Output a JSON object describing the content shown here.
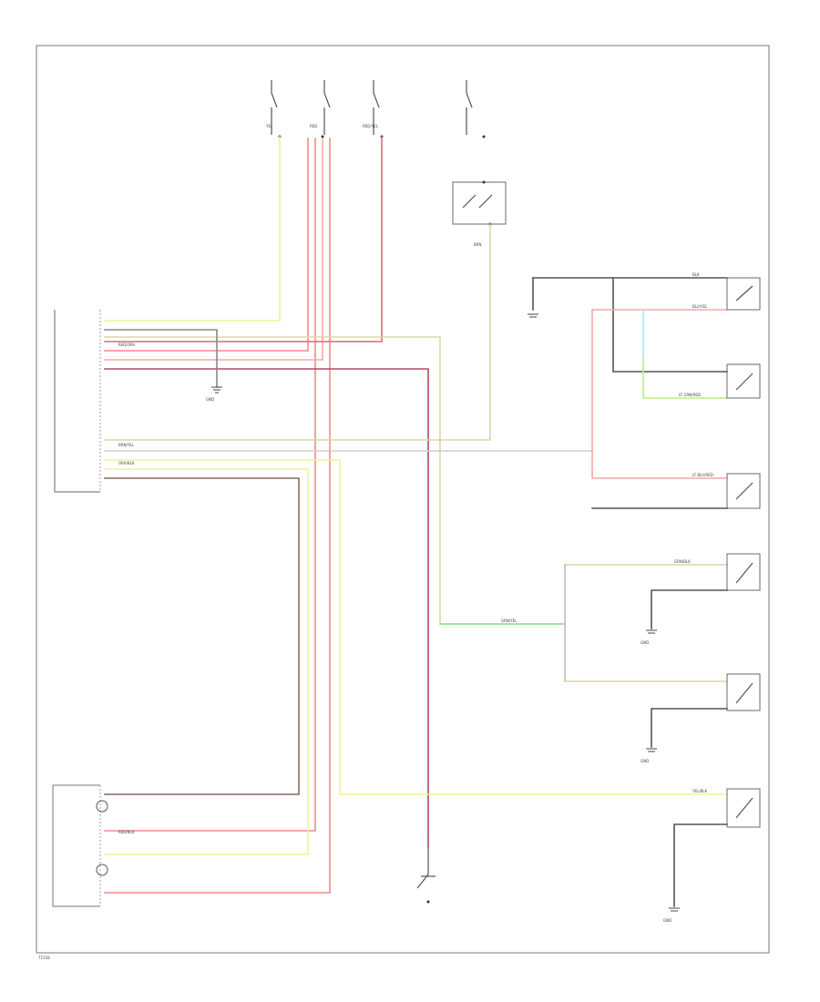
{
  "ground_label": "GND",
  "corner_code": "71558",
  "wires": {
    "yel": "YEL",
    "red": "RED",
    "red_yel": "RED/YEL",
    "brn": "BRN",
    "red_ora": "RED/ORA",
    "brn_yel": "BRN/YEL",
    "ora_blk": "ORA/BLK",
    "grn_yel": "GRN/YEL",
    "blu_yel": "BLU/YEL",
    "lt_grn_red": "LT GRN/RED",
    "lt_blu_red": "LT BLU/RED",
    "yel_blk": "YEL/BLK",
    "blk": "BLK",
    "red_blk": "RED/BLK",
    "grn_blk": "GRN/BLK"
  },
  "colors": {
    "yellow": "#f4f096",
    "red": "#f18b8b",
    "pink": "#f7a7a7",
    "darkred": "#b34a5e",
    "tan": "#ddd6a8",
    "green": "#8ee08e",
    "cyan": "#a8e8f0",
    "lime": "#b8f07a",
    "brown": "#8a6a5a",
    "gray": "#555555",
    "box": "#6a6a6a"
  }
}
